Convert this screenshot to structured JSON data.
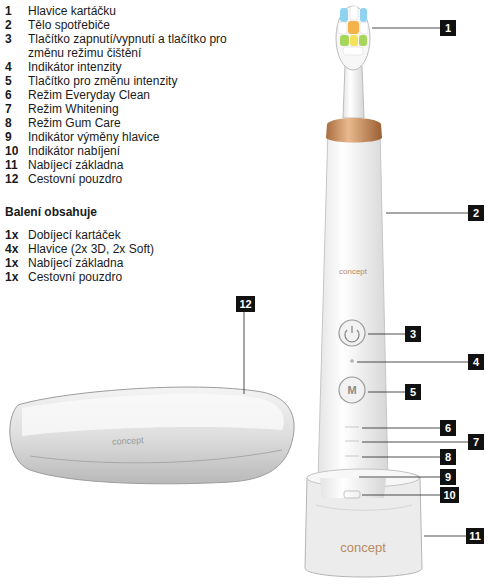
{
  "diagram": {
    "nodes": [
      {
        "text": [
          "1"
        ]
      },
      {
        "text": [
          "2"
        ]
      },
      {
        "text": [
          "3"
        ]
      },
      {
        "text": [
          "4"
        ]
      },
      {
        "text": [
          "5"
        ]
      },
      {
        "text": [
          "6"
        ]
      },
      {
        "text": [
          "7"
        ]
      },
      {
        "text": [
          "8"
        ]
      },
      {
        "text": [
          "9"
        ]
      },
      {
        "text": [
          "10"
        ]
      },
      {
        "text": [
          "11"
        ]
      },
      {
        "text": [
          "12"
        ]
      }
    ],
    "labels": [
      "1",
      "Hlavice kartáčku",
      "2",
      "Tělo spotřebiče",
      "3",
      "Tlačítko zapnutí/vypnutí a tlačítko pro změnu režimu čištění",
      "4",
      "Indikátor intenzity",
      "5",
      "Tlačítko pro změnu intenzity",
      "6",
      "Režim Everyday Clean",
      "7",
      "Režim Whitening",
      "8",
      "Režim Gum Care",
      "9",
      "Indikátor výměny hlavice",
      "10",
      "Indikátor nabíjení",
      "11",
      "Nabíjecí základna",
      "12",
      "Cestovní pouzdro",
      "Balení obsahuje",
      "1x",
      "Dobíjecí kartáček",
      "4x",
      "Hlavice (2x 3D, 2x Soft)",
      "1x",
      "Nabíjecí základna",
      "1x",
      "Cestovní pouzdro",
      "M",
      "concept",
      "concept",
      "concept"
    ]
  }
}
